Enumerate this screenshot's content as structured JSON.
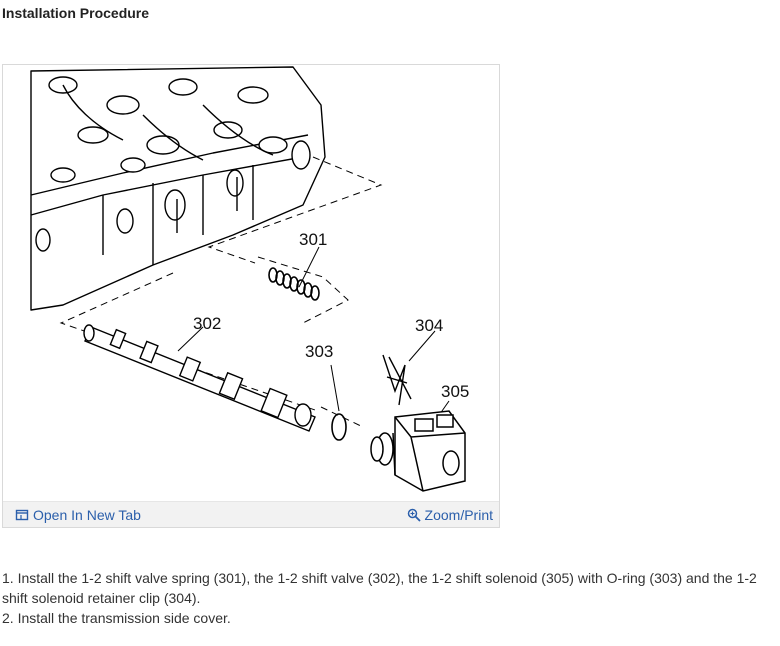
{
  "section": {
    "title": "Installation Procedure"
  },
  "figure": {
    "callouts": [
      {
        "id": "c301",
        "text": "301"
      },
      {
        "id": "c302",
        "text": "302"
      },
      {
        "id": "c303",
        "text": "303"
      },
      {
        "id": "c304",
        "text": "304"
      },
      {
        "id": "c305",
        "text": "305"
      }
    ],
    "toolbar": {
      "open_label": "Open In New Tab",
      "zoom_label": "Zoom/Print",
      "link_color": "#2b5fab"
    }
  },
  "steps": [
    {
      "text": "1. Install the 1-2 shift valve spring (301), the 1-2 shift valve (302), the 1-2 shift solenoid (305) with O-ring (303) and the 1-2 shift solenoid retainer clip (304)."
    },
    {
      "text": "2. Install the transmission side cover."
    }
  ]
}
